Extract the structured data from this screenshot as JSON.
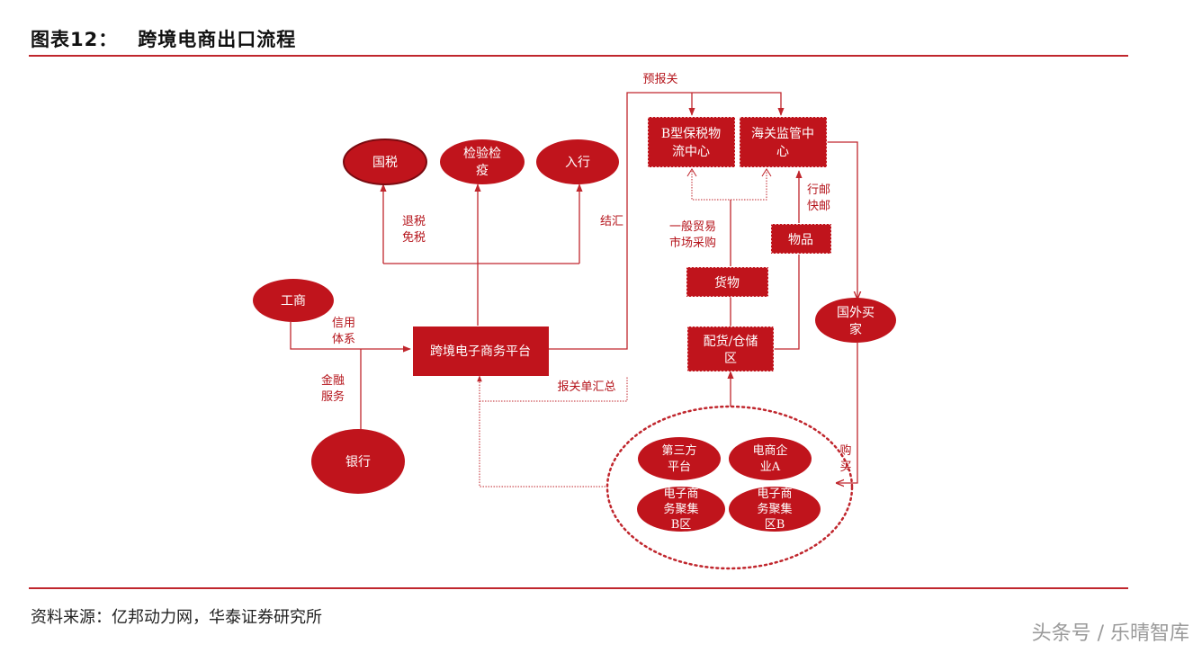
{
  "figure": {
    "label": "图表12：",
    "title": "跨境电商出口流程",
    "source": "资料来源：亿邦动力网，华泰证券研究所"
  },
  "watermark": "头条号 / 乐晴智库",
  "nodes": {
    "guoshui": "国税",
    "jianyan_1": "检验检",
    "jianyan_2": "疫",
    "ruhang": "入行",
    "gongshang": "工商",
    "yinhang": "银行",
    "platform": "跨境电子商务平台",
    "b_bonded_1": "B型保税物",
    "b_bonded_2": "流中心",
    "customs_1": "海关监管中",
    "customs_2": "心",
    "wupin": "物品",
    "huowu": "货物",
    "warehouse_1": "配货/仓储",
    "warehouse_2": "区",
    "buyer_1": "国外买",
    "buyer_2": "家",
    "third_party_1": "第三方",
    "third_party_2": "平台",
    "ecom_a_1": "电商企",
    "ecom_a_2": "业A",
    "cluster_b_1": "电子商",
    "cluster_b_2": "务聚集",
    "cluster_b_3": "B区",
    "cluster_b2_1": "电子商",
    "cluster_b2_2": "务聚集",
    "cluster_b2_3": "区B"
  },
  "edge_labels": {
    "yubaoguan": "预报关",
    "tuishui_1": "退税",
    "tuishui_2": "免税",
    "jiehui": "结汇",
    "xinyong_1": "信用",
    "xinyong_2": "体系",
    "jinrong_1": "金融",
    "jinrong_2": "服务",
    "baoguandan": "报关单汇总",
    "general_trade_1": "一般贸易",
    "general_trade_2": "市场采购",
    "express_1": "行邮",
    "express_2": "快邮",
    "goumai_1": "购",
    "goumai_2": "买"
  },
  "colors": {
    "accent": "#c0141c",
    "line": "#c0262d",
    "text": "#b5141b"
  }
}
